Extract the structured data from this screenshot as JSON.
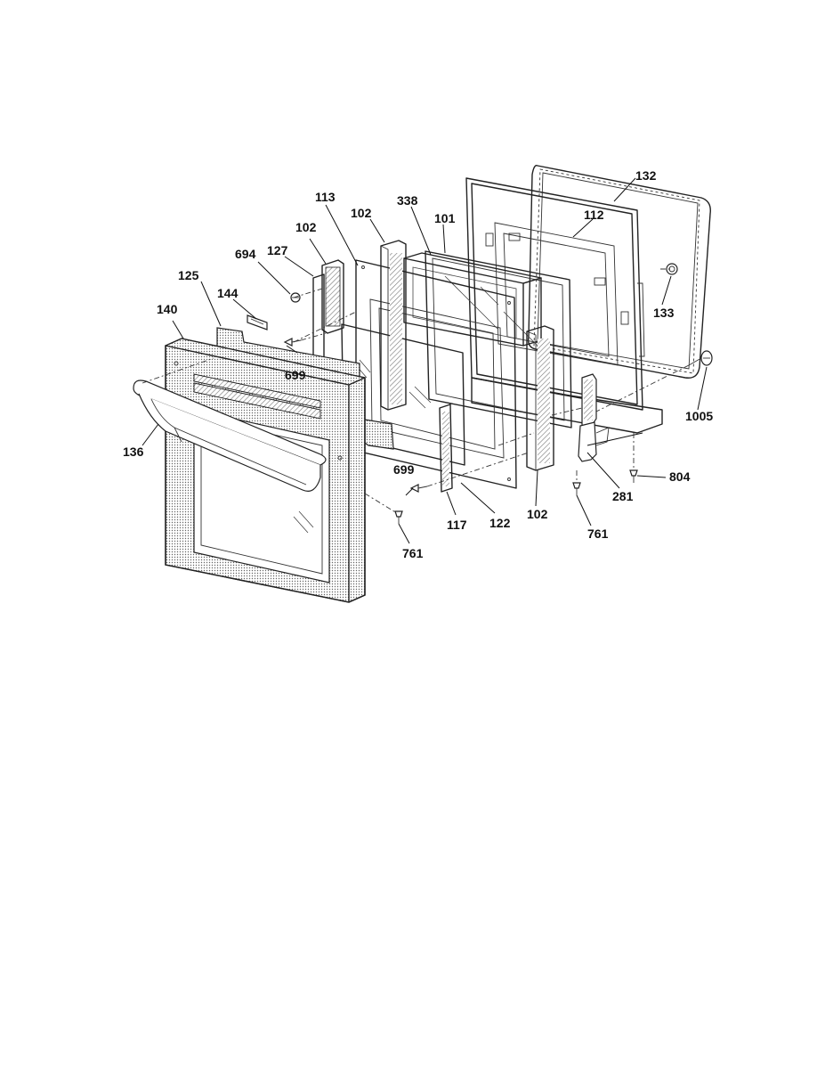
{
  "callouts": {
    "c132": "132",
    "c112": "112",
    "c133": "133",
    "c1005": "1005",
    "c804": "804",
    "c281": "281",
    "c761_right": "761",
    "c102_bottom": "102",
    "c122": "122",
    "c117": "117",
    "c699_bottom": "699",
    "c761_bottom": "761",
    "c136": "136",
    "c140": "140",
    "c125": "125",
    "c144": "144",
    "c694": "694",
    "c127": "127",
    "c102_top": "102",
    "c113": "113",
    "c338": "338",
    "c101": "101",
    "c699_left": "699"
  },
  "colors": {
    "ink": "#111111",
    "paper": "#ffffff"
  }
}
